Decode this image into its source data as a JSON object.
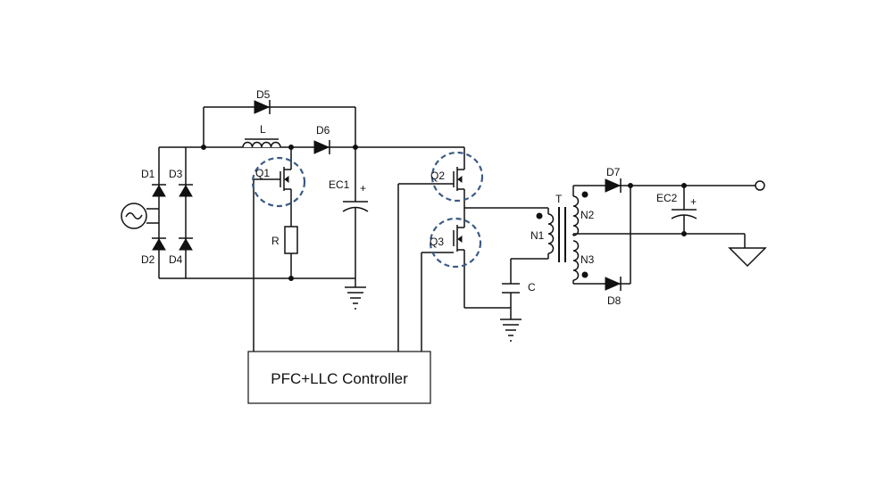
{
  "labels": {
    "D1": "D1",
    "D2": "D2",
    "D3": "D3",
    "D4": "D4",
    "D5": "D5",
    "D6": "D6",
    "D7": "D7",
    "D8": "D8",
    "L": "L",
    "Q1": "Q1",
    "Q2": "Q2",
    "Q3": "Q3",
    "R": "R",
    "EC1": "EC1",
    "EC2": "EC2",
    "C": "C",
    "T": "T",
    "N1": "N1",
    "N2": "N2",
    "N3": "N3",
    "plus1": "+",
    "plus2": "+"
  },
  "controller": {
    "label": "PFC+LLC Controller"
  },
  "colors": {
    "wire": "#111111",
    "highlight": "#3a5a85"
  }
}
